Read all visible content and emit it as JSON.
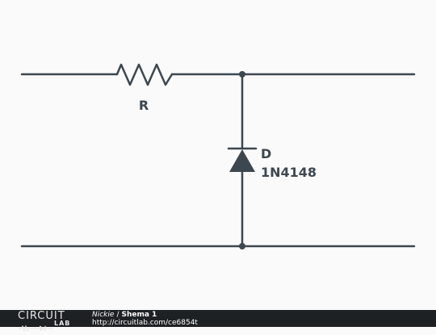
{
  "schematic": {
    "resistor": {
      "label": "R"
    },
    "diode": {
      "label": "D",
      "part": "1N4148"
    },
    "wire_color": "#3d474f"
  },
  "footer": {
    "logo_top": "CIRCUIT",
    "logo_bottom": "LAB",
    "author": "Nickie",
    "separator": "/",
    "schematic_name": "Shema 1",
    "url": "http://circuitlab.com/ce6854t"
  }
}
